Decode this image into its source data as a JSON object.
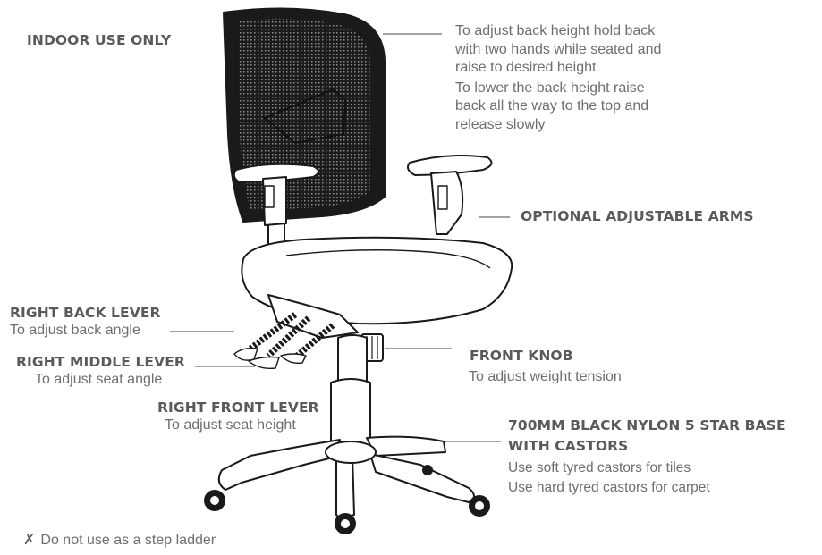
{
  "warning_top": "INDOOR USE ONLY",
  "back_height": {
    "lines": [
      "To adjust back height hold back",
      "with two hands while seated and",
      "raise to desired height",
      "To lower the back height raise",
      "back all the way to the top and",
      "release slowly"
    ]
  },
  "arms": {
    "title": "OPTIONAL ADJUSTABLE ARMS"
  },
  "back_lever": {
    "title": "RIGHT BACK LEVER",
    "desc": "To adjust back angle"
  },
  "middle_lever": {
    "title": "RIGHT MIDDLE LEVER",
    "desc": "To adjust seat angle"
  },
  "front_lever": {
    "title": "RIGHT FRONT LEVER",
    "desc": "To adjust seat height"
  },
  "front_knob": {
    "title": "FRONT KNOB",
    "desc": "To adjust weight tension"
  },
  "base": {
    "title_line1": "700MM BLACK NYLON 5 STAR BASE",
    "title_line2": "WITH CASTORS",
    "desc_line1": "Use soft tyred castors for tiles",
    "desc_line2": "Use hard tyred castors for carpet"
  },
  "warning_bottom": {
    "icon": "x-mark-icon",
    "text": "Do not use as a step ladder"
  },
  "colors": {
    "text": "#6b6b6b",
    "outline": "#1a1a1a",
    "mesh": "#1a1a1a"
  }
}
